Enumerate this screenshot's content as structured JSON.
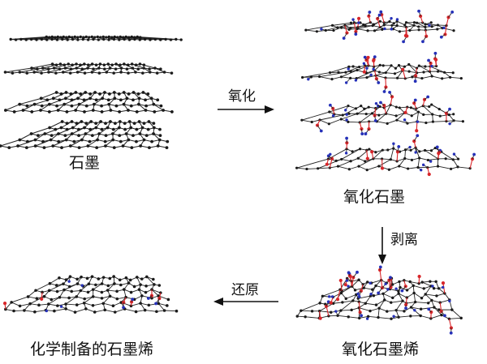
{
  "labels": {
    "graphite": "石墨",
    "graphite_oxide": "氧化石墨",
    "graphene_oxide": "氧化石墨烯",
    "chemical_graphene": "化学制备的石墨烯"
  },
  "steps": {
    "oxidation": "氧化",
    "exfoliation": "剥离",
    "reduction": "还原"
  },
  "colors": {
    "carbon": "#1a1a1a",
    "bond": "#222222",
    "oxygen": "#d8262a",
    "hydrogen": "#2530b8",
    "arrow": "#111111"
  }
}
